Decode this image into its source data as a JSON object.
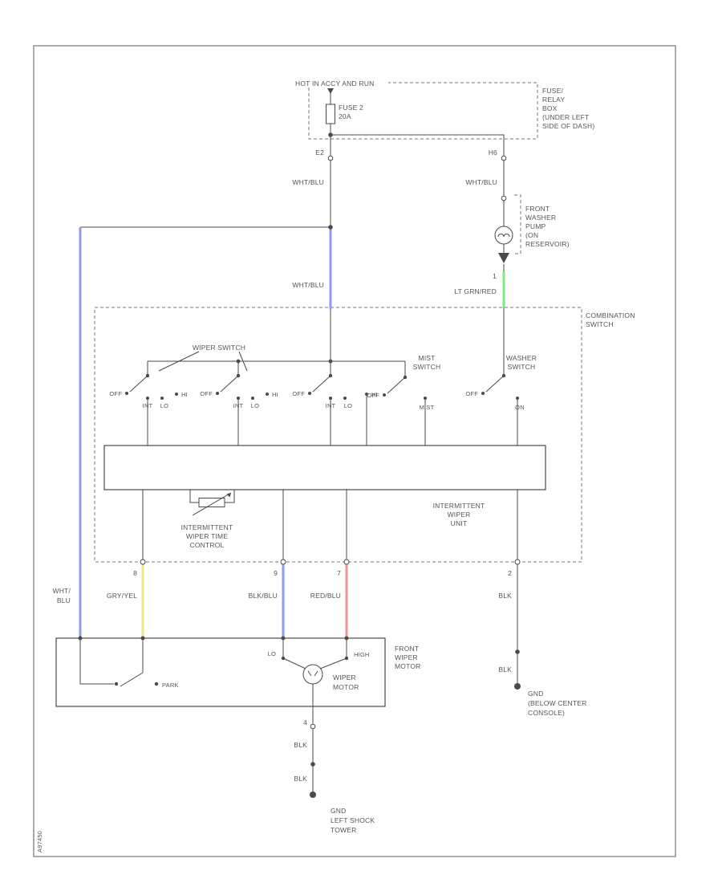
{
  "colors": {
    "wht_blu": "#8f9ce8",
    "lt_grn": "#7fe87f",
    "gry_yel": "#ece989",
    "blk_blu": "#8f9ce8",
    "red_blu": "#f29494"
  },
  "power": {
    "source_label": "HOT IN ACCY AND RUN",
    "fuse_name": "FUSE 2",
    "fuse_rating": "20A",
    "box_label_lines": [
      "FUSE/",
      "RELAY",
      "BOX",
      "(UNDER LEFT",
      "SIDE OF DASH)"
    ],
    "connector_left": "E2",
    "connector_right": "H6",
    "wire_left": "WHT/BLU",
    "wire_right": "WHT/BLU",
    "wire_left_lower": "WHT/BLU"
  },
  "washer_pump": {
    "label_lines": [
      "FRONT",
      "WASHER",
      "PUMP",
      "(ON",
      "RESERVOIR)"
    ],
    "pin": "1",
    "wire": "LT GRN/RED"
  },
  "combination_switch": {
    "label_lines": [
      "COMBINATION",
      "SWITCH"
    ],
    "wiper_switch_label": "WIPER SWITCH",
    "wafer1": [
      "OFF",
      "INT",
      "LO",
      "HI"
    ],
    "wafer2": [
      "OFF",
      "INT",
      "LO",
      "HI"
    ],
    "wafer3": [
      "OFF",
      "INT",
      "LO",
      "HI"
    ],
    "mist_label_lines": [
      "MIST",
      "SWITCH"
    ],
    "mist_positions": [
      "OFF",
      "MIST"
    ],
    "washer_label_lines": [
      "WASHER",
      "SWITCH"
    ],
    "washer_positions": [
      "OFF",
      "ON"
    ]
  },
  "intermittent_unit": {
    "time_control_lines": [
      "INTERMITTENT",
      "WIPER TIME",
      "CONTROL"
    ],
    "unit_lines": [
      "INTERMITTENT",
      "WIPER",
      "UNIT"
    ]
  },
  "harness": {
    "feed_wire_lines": [
      "WHT/",
      "BLU"
    ],
    "pins": [
      "8",
      "9",
      "7",
      "2"
    ],
    "wires": [
      "GRY/YEL",
      "BLK/BLU",
      "RED/BLU",
      "BLK"
    ]
  },
  "wiper_motor": {
    "label_lines": [
      "FRONT",
      "WIPER",
      "MOTOR"
    ],
    "lo": "LO",
    "high": "HIGH",
    "park": "PARK",
    "motor_lines": [
      "WIPER",
      "MOTOR"
    ],
    "pin": "4",
    "wire1": "BLK",
    "wire2": "BLK",
    "ground_lines": [
      "GND",
      "LEFT SHOCK",
      "TOWER"
    ]
  },
  "ground_right": {
    "wire": "BLK",
    "label_lines": [
      "GND",
      "(BELOW CENTER",
      "CONSOLE)"
    ]
  },
  "footer": {
    "code": "A97450"
  }
}
